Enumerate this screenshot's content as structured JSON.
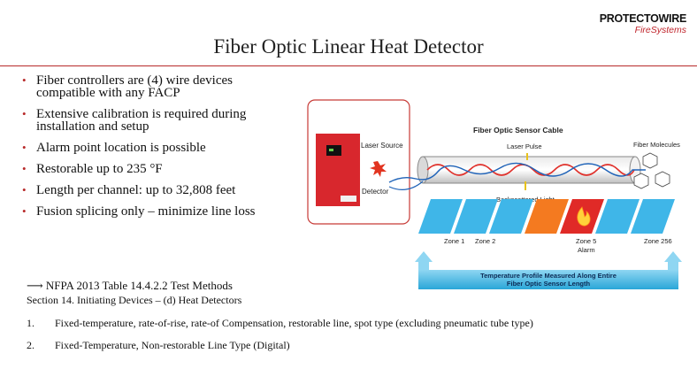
{
  "logo": {
    "brand": "PROTECTOWIRE",
    "sub": "FireSystems"
  },
  "title": "Fiber Optic Linear Heat Detector",
  "bullets": [
    "Fiber controllers are (4) wire devices compatible with any FACP",
    "Extensive calibration is required during installation and setup",
    "Alarm point location is possible",
    "Restorable up to 235 °F",
    "Length per channel: up to 32,808 feet",
    "Fusion splicing only – minimize line loss"
  ],
  "reference": {
    "arrow": "⟶",
    "text": "NFPA 2013 Table 14.4.2.2 Test Methods"
  },
  "section": "Section 14. Initiating Devices – (d) Heat Detectors",
  "items": [
    {
      "n": "1.",
      "text": "Fixed-temperature, rate-of-rise, rate-of Compensation, restorable line, spot type (excluding pneumatic tube type)"
    },
    {
      "n": "2.",
      "text": "Fixed-Temperature, Non-restorable Line Type (Digital)"
    }
  ],
  "diagram": {
    "cable_title": "Fiber Optic Sensor Cable",
    "laser_source": "Laser Source",
    "detector": "Detector",
    "laser_pulse": "Laser Pulse",
    "backscattered": "Backscattered Light",
    "fiber_molecules": "Fiber Molecules",
    "zones": [
      "Zone 1",
      "Zone 2",
      "Zone 5",
      "Zone 256"
    ],
    "alarm": "Alarm",
    "banner_line1": "Temperature Profile Measured Along Entire",
    "banner_line2": "Fiber Optic Sensor Length",
    "colors": {
      "zone_blue": "#3fb6e8",
      "zone_orange": "#f47a20",
      "zone_red": "#e02a27",
      "panel_red": "#d8272d",
      "banner": "#35b3e3"
    }
  }
}
